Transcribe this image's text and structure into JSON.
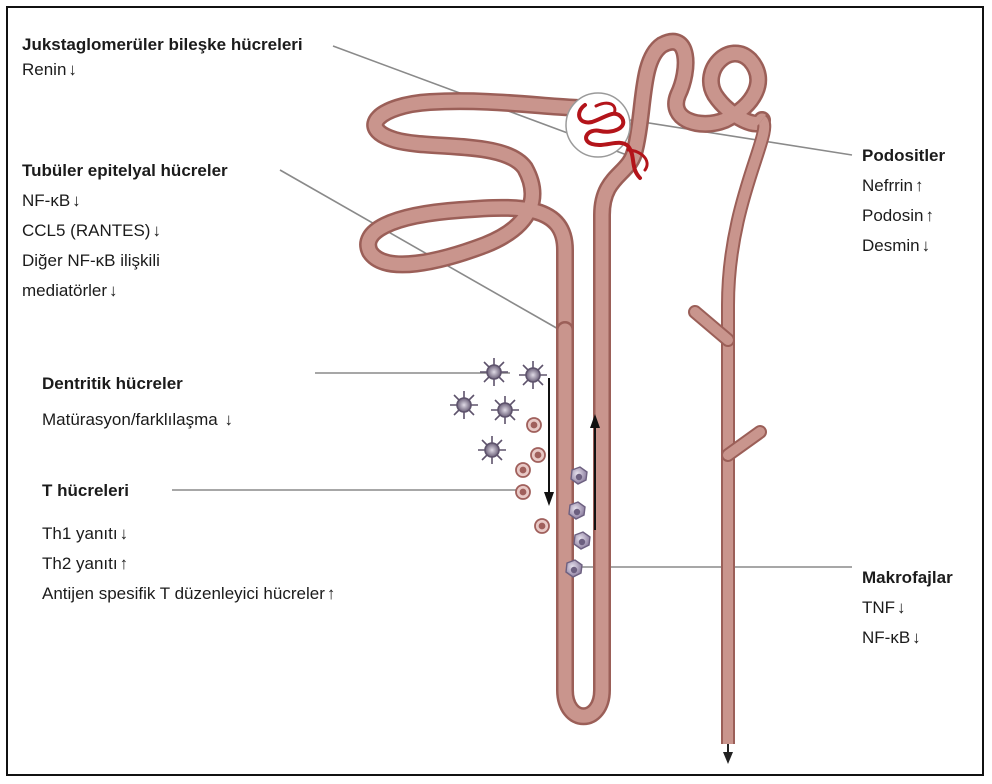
{
  "jg": {
    "title": "Jukstaglomerüler bileşke hücreleri",
    "items": [
      {
        "text": "Renin",
        "arrow": "↓"
      }
    ]
  },
  "tub": {
    "title": "Tubüler epitelyal hücreler",
    "items": [
      {
        "text": "NF-κB",
        "arrow": "↓"
      },
      {
        "text": "CCL5 (RANTES)",
        "arrow": "↓"
      },
      {
        "text": "Diğer NF-κB ilişkili",
        "arrow": ""
      },
      {
        "text": "mediatörler",
        "arrow": "↓"
      }
    ]
  },
  "dc": {
    "title": "Dentritik  hücreler",
    "items": [
      {
        "text": "Matürasyon/farklılaşma ",
        "arrow": "↓"
      }
    ]
  },
  "tc": {
    "title": "T hücreleri",
    "items": [
      {
        "text": "Th1 yanıtı",
        "arrow": "↓"
      },
      {
        "text": "Th2 yanıtı",
        "arrow": "↑"
      },
      {
        "text": "Antijen spesifik T düzenleyici hücreler",
        "arrow": "↑"
      }
    ]
  },
  "pod": {
    "title": "Podositler",
    "items": [
      {
        "text": "Nefrrin",
        "arrow": "↑"
      },
      {
        "text": "Podosin",
        "arrow": "↑"
      },
      {
        "text": "Desmin",
        "arrow": "↓"
      }
    ]
  },
  "mac": {
    "title": "Makrofajlar",
    "items": [
      {
        "text": "TNF",
        "arrow": "↓"
      },
      {
        "text": "NF-κB",
        "arrow": "↓"
      }
    ]
  },
  "colors": {
    "tubule_fill": "#c9958d",
    "tubule_stroke": "#9b5f58",
    "glomerulus": "#b3141a",
    "line": "#8a8a8a",
    "cell": "#7c6f8a"
  },
  "icons": {
    "dendritic": "dendritic-cell-icon",
    "tcell": "t-cell-icon",
    "macrophage": "macrophage-icon"
  }
}
